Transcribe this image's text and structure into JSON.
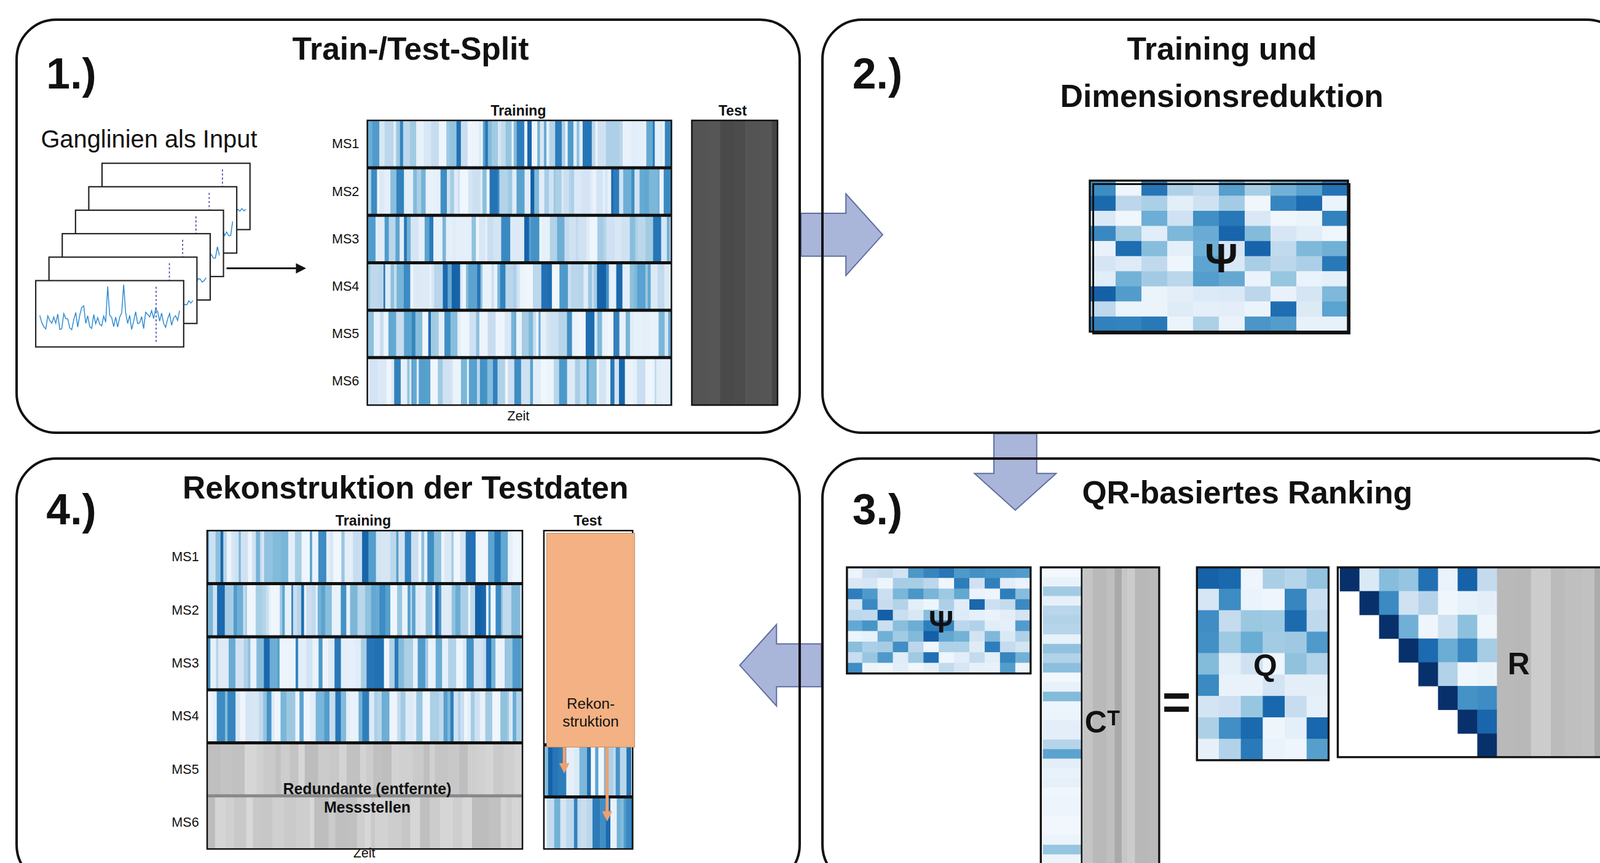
{
  "diagram": {
    "nodes": [
      {
        "text": [
          "1.)",
          "Train-/Test-Split"
        ]
      },
      {
        "text": [
          "2.)",
          "Training und Dimensionsreduktion"
        ]
      },
      {
        "text": [
          "Ψ"
        ],
        "in": 1
      },
      {
        "text": [
          "3.)",
          "QR-basiertes Ranking"
        ]
      },
      {
        "text": [
          "Ψ"
        ],
        "in": 3
      },
      {
        "text": [
          "Cᵀ"
        ],
        "in": 3
      },
      {
        "text": [
          "Q"
        ],
        "in": 3
      },
      {
        "text": [
          "R"
        ],
        "in": 3
      },
      {
        "text": [
          "4.)",
          "Rekonstruktion der Testdaten"
        ]
      },
      {
        "text": [
          "Redundante (entfernte) Messstellen"
        ],
        "in": 8
      },
      {
        "text": [
          "Rekon- struktion"
        ],
        "in": 8
      }
    ],
    "edges": [
      {
        "from": 0,
        "to": 1,
        "arrow": "to"
      },
      {
        "from": 1,
        "to": 3,
        "arrow": "to"
      },
      {
        "from": 3,
        "to": 8,
        "arrow": "to"
      }
    ],
    "labels": [
      "Ganglinien als Input",
      "Training",
      "Test",
      "MS1",
      "MS2",
      "MS3",
      "MS4",
      "MS5",
      "MS6",
      "Zeit",
      "=",
      "Training",
      "Test",
      "MS1",
      "MS2",
      "MS3",
      "MS4",
      "MS5",
      "MS6",
      "Zeit"
    ]
  }
}
